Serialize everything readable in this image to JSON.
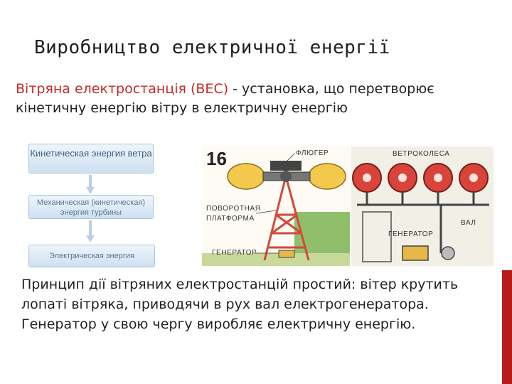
{
  "slide": {
    "title": "Виробництво електричної енергії",
    "intro_term": "Вітряна електростанція (ВЕС)",
    "intro_rest": " - установка, що перетворює кінетичну енергію вітру в електричну енергію",
    "body": "Принцип дії вітряних електростанцій простий: вітер крутить лопаті вітряка, приводячи в рух вал електрогенератора. Генератор у свою чергу виробляє електричну енергію."
  },
  "flowchart": {
    "step1": "Кинетическая энергия ветра",
    "step2": "Механическая (кинетическая) энергия турбины",
    "step3": "Электрическая энергия"
  },
  "diagram": {
    "figure_number": "16",
    "left_labels": {
      "vane": "ФЛЮГЕР",
      "platform_line1": "ПОВОРОТНАЯ",
      "platform_line2": "ПЛАТФОРМА",
      "generator": "ГЕНЕРАТОР"
    },
    "right_labels": {
      "wheels": "ВЕТРОКОЛЕСА",
      "shaft": "ВАЛ",
      "generator": "ГЕНЕРАТОР"
    }
  },
  "colors": {
    "accent_red": "#c62828",
    "side_bar": "#b71c1c",
    "flow_box_text": "#3f5f82",
    "tower_red": "#d14a3c",
    "blade_yellow": "#f2c94c",
    "wheel_red": "#d9443a"
  }
}
